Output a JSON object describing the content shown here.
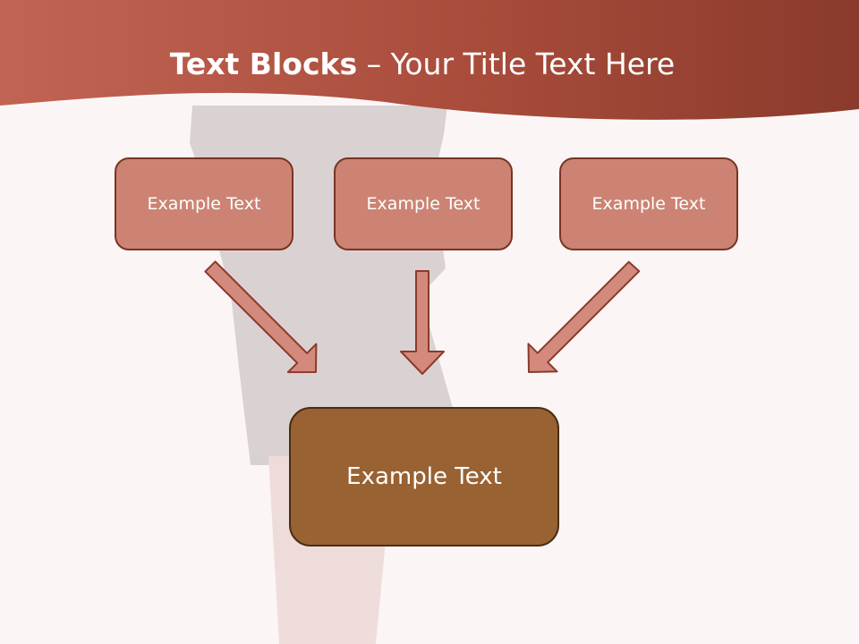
{
  "slide": {
    "title_bold": "Text Blocks",
    "title_dash": "–",
    "title_rest": "Your Title Text Here"
  },
  "diagram": {
    "source_boxes": [
      {
        "label": "Example Text"
      },
      {
        "label": "Example Text"
      },
      {
        "label": "Example Text"
      }
    ],
    "target_box": {
      "label": "Example Text"
    }
  },
  "colors": {
    "header_band": "#b3503d",
    "source_box_fill": "#cc8373",
    "source_box_border": "#7a3324",
    "target_box_fill": "#996233",
    "target_box_border": "#4a2d12",
    "arrow_fill": "#d38a7c",
    "arrow_stroke": "#8a3a2c"
  }
}
